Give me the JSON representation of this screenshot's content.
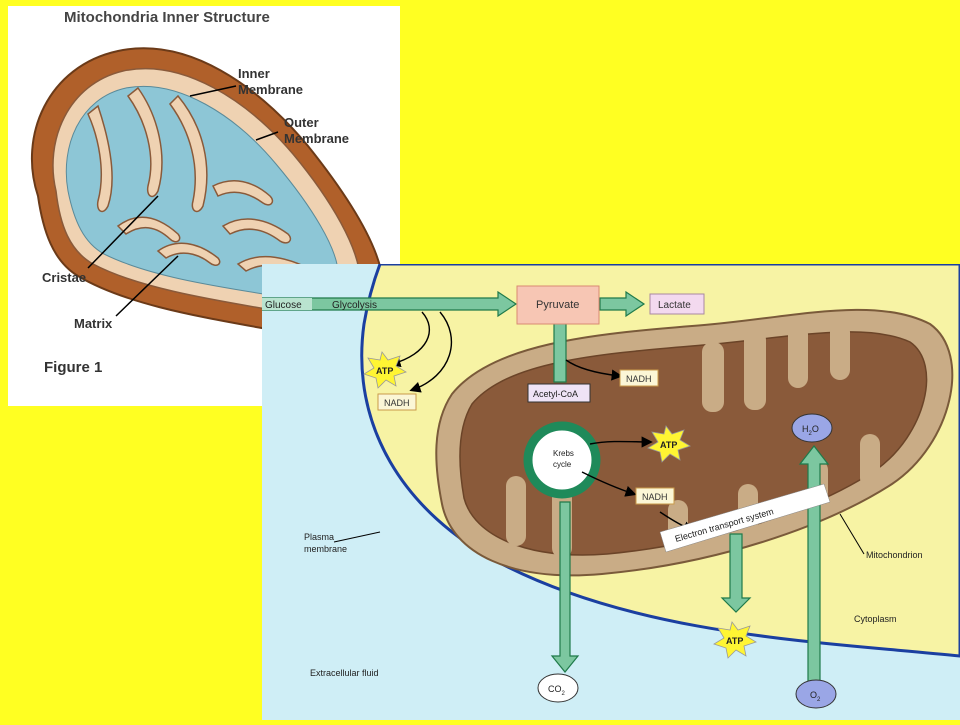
{
  "figure1": {
    "title": "Mitochondria Inner Structure",
    "labels": {
      "inner_membrane_line1": "Inner",
      "inner_membrane_line2": "Membrane",
      "outer_membrane_line1": "Outer",
      "outer_membrane_line2": "Membrane",
      "cristae": "Cristae",
      "matrix": "Matrix"
    },
    "caption": "Figure 1"
  },
  "pathway": {
    "glucose": "Glucose",
    "glycolysis": "Glycolysis",
    "pyruvate": "Pyruvate",
    "lactate": "Lactate",
    "atp_glycolysis": "ATP",
    "nadh_glycolysis": "NADH",
    "nadh_pyruvate": "NADH",
    "acetyl_coa": "Acetyl-CoA",
    "krebs_line1": "Krebs",
    "krebs_line2": "cycle",
    "atp_krebs": "ATP",
    "nadh_krebs": "NADH",
    "electron_transport": "Electron transport system",
    "atp_ets": "ATP",
    "h2o": "H",
    "h2o_sub": "2",
    "h2o_tail": "O",
    "o2": "O",
    "o2_sub": "2",
    "co2": "CO",
    "co2_sub": "2",
    "plasma_line1": "Plasma",
    "plasma_line2": "membrane",
    "mitochondrion": "Mitochondrion",
    "cytoplasm": "Cytoplasm",
    "extracellular": "Extracellular fluid"
  },
  "colors": {
    "background": "#ffff22",
    "matrix_blue": "#8dc6d6",
    "outer_brown": "#b0602a",
    "mito_brown": "#8a5a3a",
    "cytoplasm_yellow": "#f7f3a4",
    "arrow_green": "#7cc7a0"
  }
}
